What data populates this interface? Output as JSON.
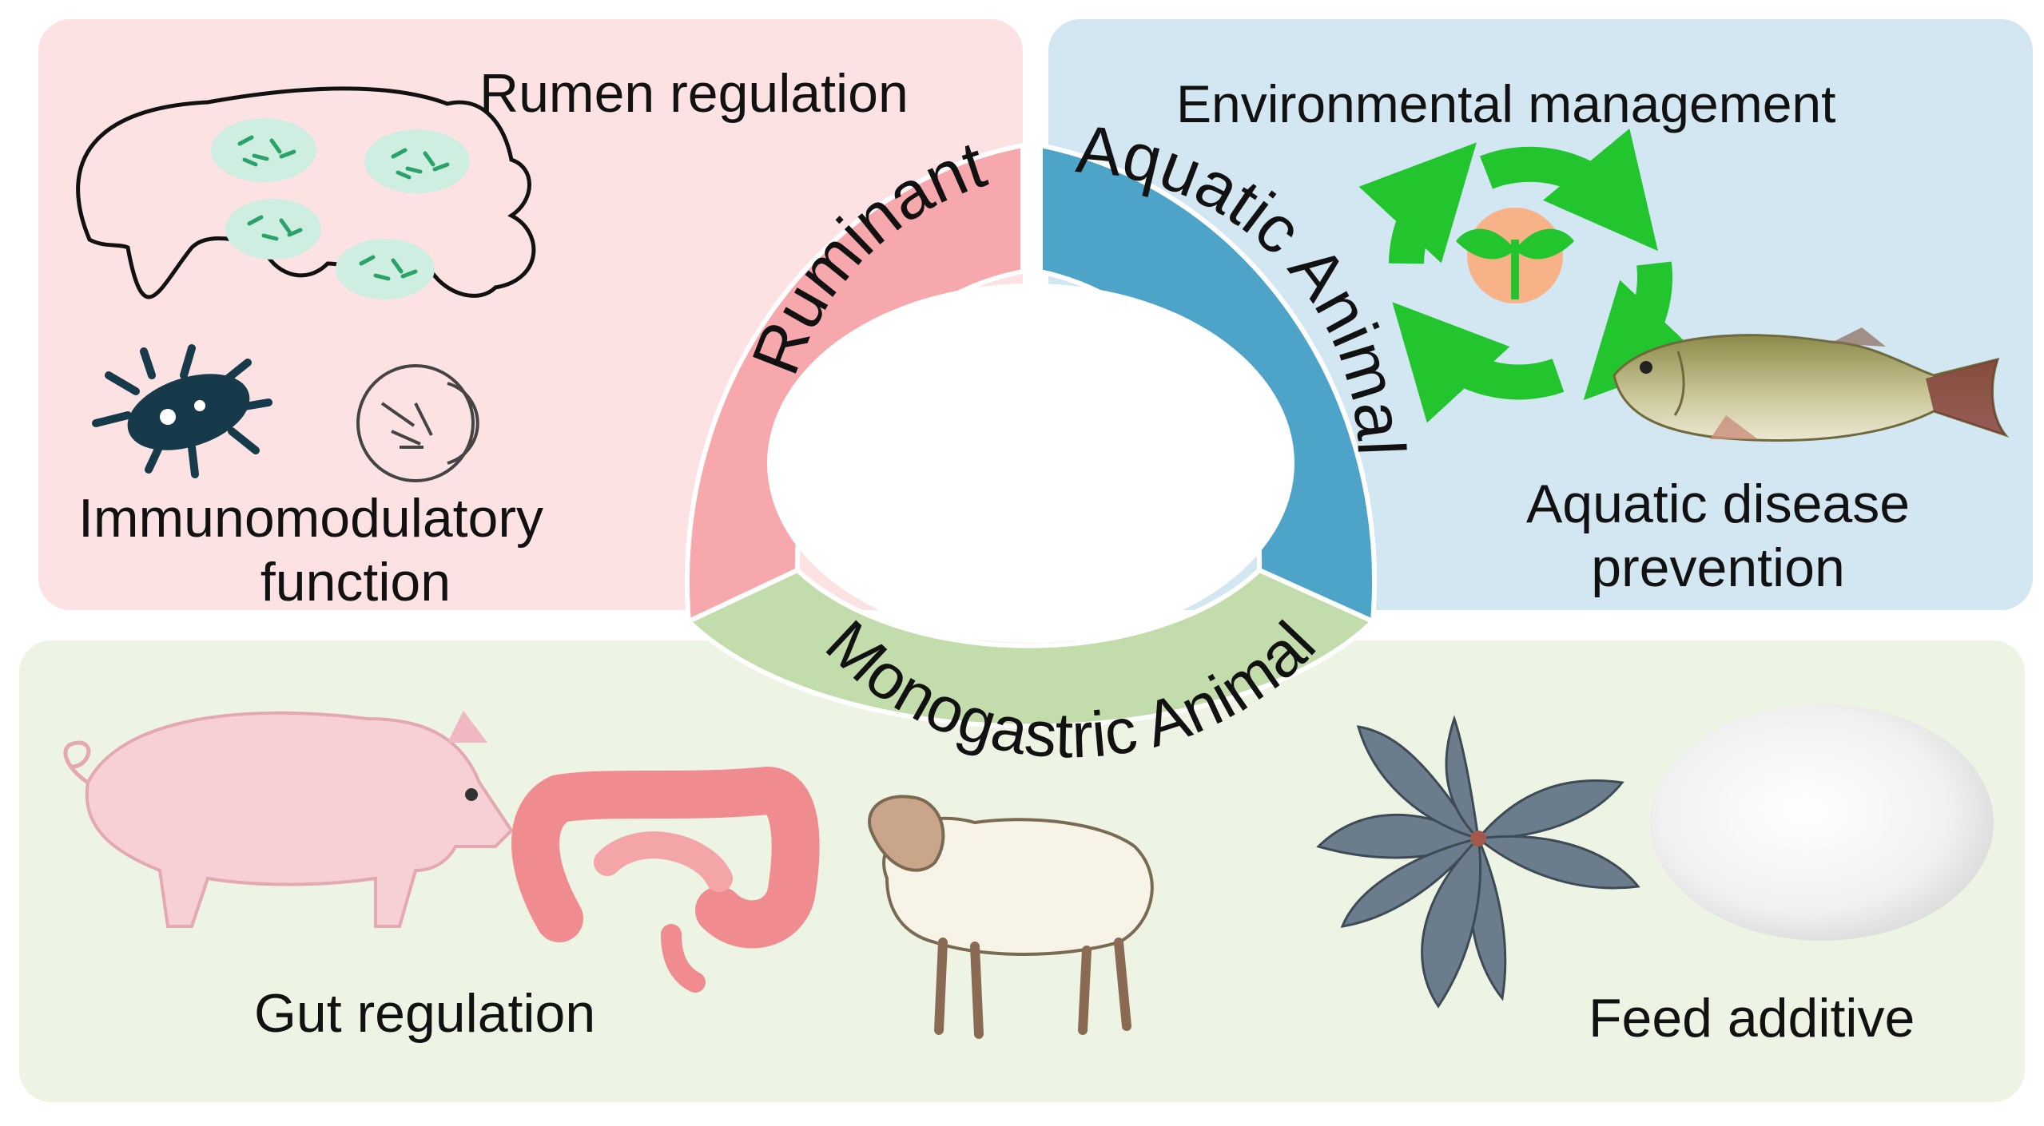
{
  "panels": {
    "ruminant": {
      "fill": "#fde2e4",
      "ring_color": "#f7a8ac",
      "ring_label": "Ruminant",
      "labels": [
        "Rumen regulation",
        "Immunomodulatory",
        "function"
      ]
    },
    "aquatic": {
      "fill": "#d2e7f1",
      "ring_color": "#4ea3c9",
      "ring_label": "Aquatic Animal",
      "labels": [
        "Environmental management",
        "Aquatic disease",
        "prevention"
      ]
    },
    "monogastric": {
      "fill": "#eef4e3",
      "ring_color": "#c3dcab",
      "ring_label": "Monogastric Animal",
      "labels": [
        "Gut regulation",
        "Feed additive"
      ]
    }
  },
  "icons": [
    "rumen-outline-icon",
    "microbe-cluster-icon",
    "bacteria-icon",
    "petri-dish-icon",
    "recycle-arrows-icon",
    "sprout-icon",
    "fish-icon",
    "pig-icon",
    "intestine-icon",
    "sheep-icon",
    "plant-icon",
    "powder-icon"
  ]
}
